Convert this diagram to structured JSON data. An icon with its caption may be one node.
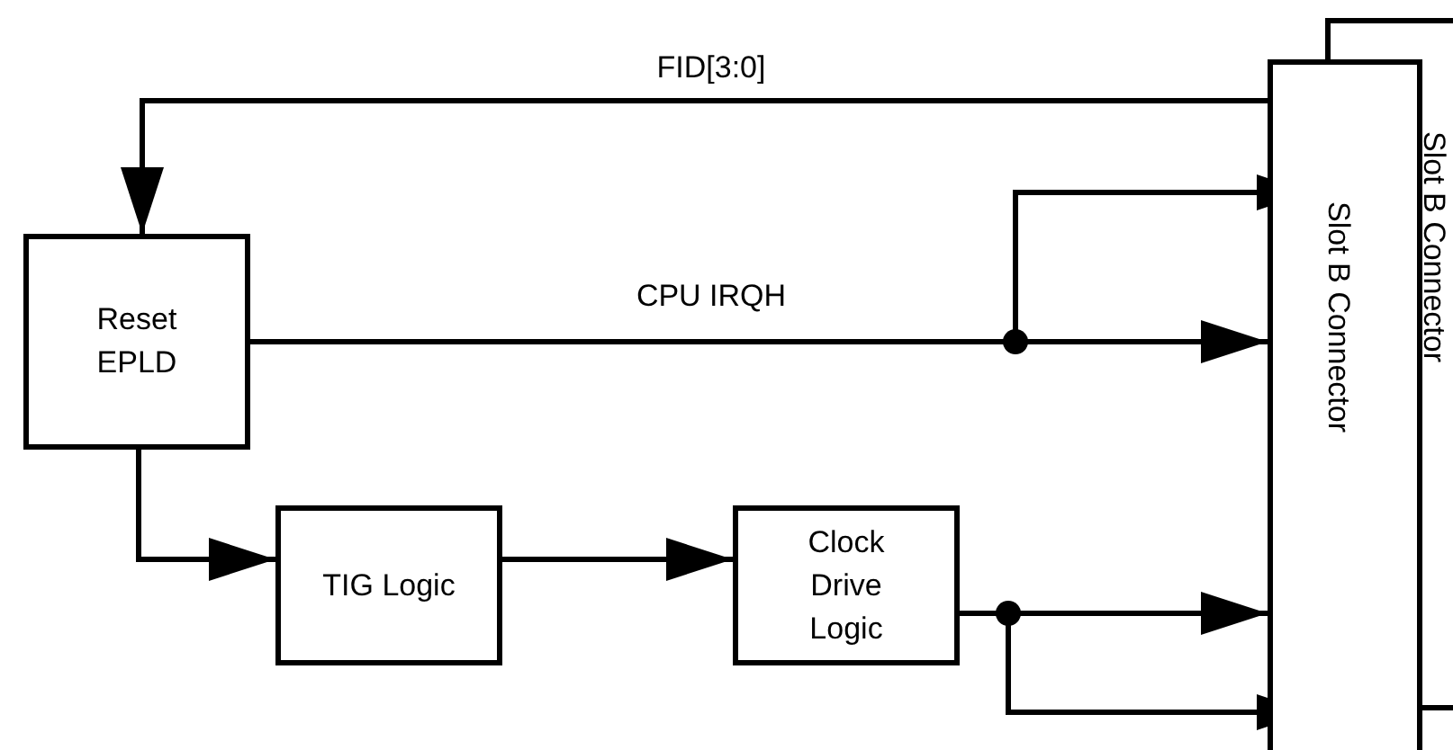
{
  "diagram": {
    "nodes": [
      {
        "text": [
          "Reset EPLD"
        ]
      },
      {
        "text": [
          "TIG Logic"
        ]
      },
      {
        "text": [
          "Clock Drive Logic"
        ]
      },
      {
        "text": [
          "Slot B Connector"
        ]
      },
      {
        "text": [
          "Slot B Connector"
        ]
      }
    ],
    "edges": [
      {
        "from": 4,
        "to": 0,
        "arrow": "to",
        "label": "FID[3:0]"
      },
      {
        "from": 0,
        "to": 4,
        "arrow": "to",
        "label": "CPU IRQH"
      },
      {
        "from": 0,
        "to": 4,
        "arrow": "to"
      },
      {
        "from": 0,
        "to": 1,
        "arrow": "to"
      },
      {
        "from": 1,
        "to": 2,
        "arrow": "to"
      },
      {
        "from": 2,
        "to": 4,
        "arrow": "to"
      },
      {
        "from": 2,
        "to": 4,
        "arrow": "to"
      }
    ]
  }
}
